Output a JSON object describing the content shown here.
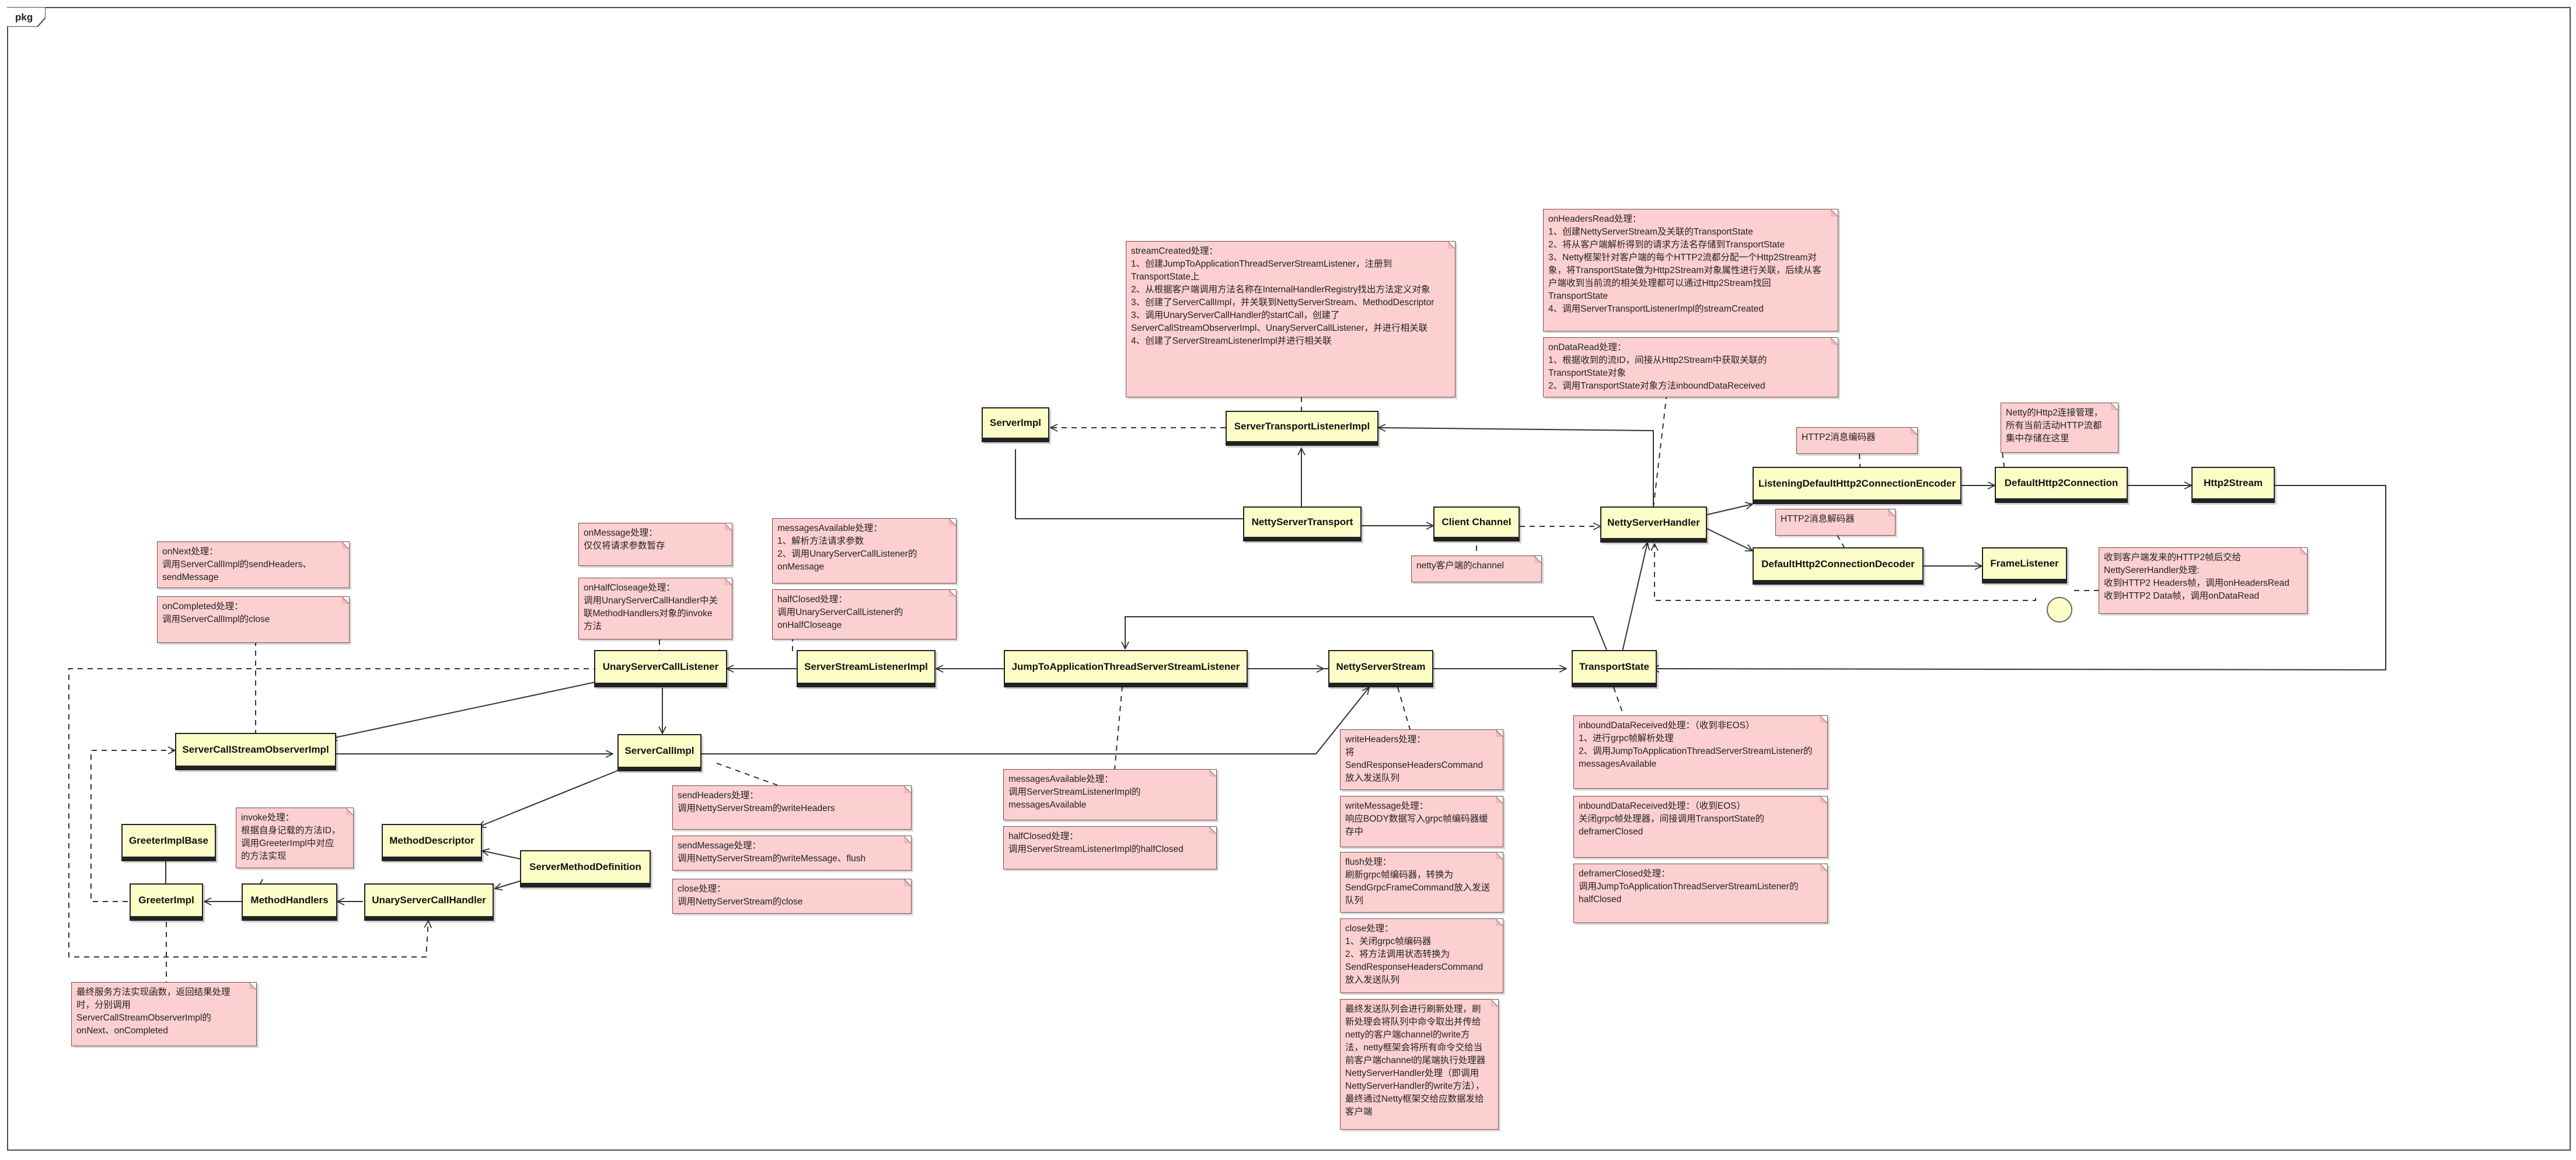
{
  "package": {
    "label": "pkg"
  },
  "classes": {
    "server_impl": "ServerImpl",
    "server_transport_listener_impl": "ServerTransportListenerImpl",
    "netty_server_transport": "NettyServerTransport",
    "client_channel": "Client Channel",
    "netty_server_handler": "NettyServerHandler",
    "listening_encoder": "ListeningDefaultHttp2ConnectionEncoder",
    "default_http2_connection": "DefaultHttp2Connection",
    "http2_stream": "Http2Stream",
    "default_decoder": "DefaultHttp2ConnectionDecoder",
    "frame_listener": "FrameListener",
    "unary_server_call_listener": "UnaryServerCallListener",
    "server_stream_listener_impl": "ServerStreamListenerImpl",
    "jump_to_app_listener": "JumpToApplicationThreadServerStreamListener",
    "netty_server_stream": "NettyServerStream",
    "transport_state": "TransportState",
    "server_call_stream_observer_impl": "ServerCallStreamObserverImpl",
    "server_call_impl": "ServerCallImpl",
    "greeter_impl_base": "GreeterImplBase",
    "method_descriptor": "MethodDescriptor",
    "server_method_definition": "ServerMethodDefinition",
    "greeter_impl": "GreeterImpl",
    "method_handlers": "MethodHandlers",
    "unary_server_call_handler": "UnaryServerCallHandler"
  },
  "notes": {
    "stream_created": "streamCreated处理：\n1、创建JumpToApplicationThreadServerStreamListener，注册到TransportState上\n2、从根据客户端调用方法名称在InternalHandlerRegistry找出方法定义对象\n3、创建了ServerCallImpl，并关联到NettyServerStream、MethodDescriptor\n3、调用UnaryServerCallHandler的startCall，创建了ServerCallStreamObserverImpl、UnaryServerCallListener，并进行相关联\n4、创建了ServerStreamListenerImpl并进行相关联",
    "on_headers_read": "onHeadersRead处理：\n1、创建NettyServerStream及关联的TransportState\n2、将从客户端解析得到的请求方法名存储到TransportState\n3、Netty框架针对客户端的每个HTTP2流都分配一个Http2Stream对象，将TransportState做为Http2Stream对象属性进行关联，后续从客户端收到当前流的相关处理都可以通过Http2Stream找回TransportState\n4、调用ServerTransportListenerImpl的streamCreated",
    "on_data_read": "onDataRead处理：\n1、根据收到的流ID，间接从Http2Stream中获取关联的TransportState对象\n2、调用TransportState对象方法inboundDataReceived",
    "netty_http2_manage": "Netty的Http2连接管理，所有当前活动HTTP流都集中存储在这里",
    "http2_encoder": "HTTP2消息编码器",
    "http2_decoder": "HTTP2消息解码器",
    "netty_client_channel": "netty客户端的channel",
    "frame_listener_note": "收到客户端发来的HTTP2帧后交给NettySererHandler处理:\n收到HTTP2 Headers帧，调用onHeadersRead\n收到HTTP2 Data帧，调用onDataRead",
    "on_next": "onNext处理：\n调用ServerCallImpl的sendHeaders、sendMessage",
    "on_completed": "onCompleted处理：\n调用ServerCallImpl的close",
    "on_message": "onMessage处理：\n仅仅将请求参数暂存",
    "on_half_close": "onHalfCloseage处理：\n调用UnaryServerCallHandler中关联MethodHandlers对象的invoke方法",
    "messages_available_1": "messagesAvailable处理：\n1、解析方法请求参数\n2、调用UnaryServerCallListener的onMessage",
    "half_closed_1": "halfClosed处理：\n调用UnaryServerCallListener的onHalfCloseage",
    "messages_available_2": "messagesAvailable处理：\n调用ServerStreamListenerImpl的messagesAvailable",
    "half_closed_2": "halfClosed处理：\n调用ServerStreamListenerImpl的halfClosed",
    "send_headers": "sendHeaders处理：\n调用NettyServerStream的writeHeaders",
    "send_message": "sendMessage处理：\n调用NettyServerStream的writeMessage、flush",
    "close_call": "close处理：\n调用NettyServerStream的close",
    "invoke": "invoke处理：\n根据自身记载的方法ID，调用GreeterImpl中对应的方法实现",
    "final_impl": "最终服务方法实现函数，返回结果处理时，分别调用ServerCallStreamObserverImpl的onNext、onCompleted",
    "write_headers": "writeHeaders处理：\n将SendResponseHeadersCommand放入发送队列",
    "write_message": "writeMessage处理：\n响应BODY数据写入grpc帧编码器缓存中",
    "flush": "flush处理：\n刷新grpc帧编码器，转换为SendGrpcFrameCommand放入发送队列",
    "close_stream": "close处理：\n1、关闭grpc帧编码器\n2、将方法调用状态转换为SendResponseHeadersCommand放入发送队列",
    "send_queue": "最终发送队列会进行刷新处理，刷新处理会将队列中命令取出并传给netty的客户端channel的write方法，netty框架会将所有命令交给当前客户端channel的尾端执行处理器NettyServerHandler处理（即调用NettyServerHandler的write方法），最终通过Netty框架交给应数据发给客户端",
    "inbound_not_eos": "inboundDataReceived处理：（收到非EOS）\n1、进行grpc帧解析处理\n2、调用JumpToApplicationThreadServerStreamListener的messagesAvailable",
    "inbound_eos": "inboundDataReceived处理：（收到EOS）\n关闭grpc帧处理器，间接调用TransportState的deframerClosed",
    "deframer_closed": "deframerClosed处理：\n调用JumpToApplicationThreadServerStreamListener的halfClosed"
  },
  "colors": {
    "class_fill": "#fdfdc7",
    "note_fill": "#fcd0d0",
    "line": "#333333"
  }
}
